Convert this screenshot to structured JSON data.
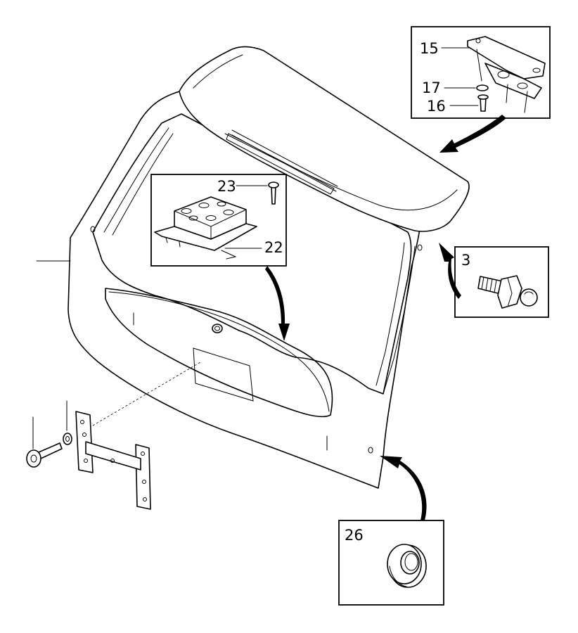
{
  "labels": {
    "hinge_bracket": "15",
    "washer": "17",
    "hinge_screw": "16",
    "ball_stud": "3",
    "control_screw": "23",
    "control_module": "22",
    "grommet": "26"
  }
}
